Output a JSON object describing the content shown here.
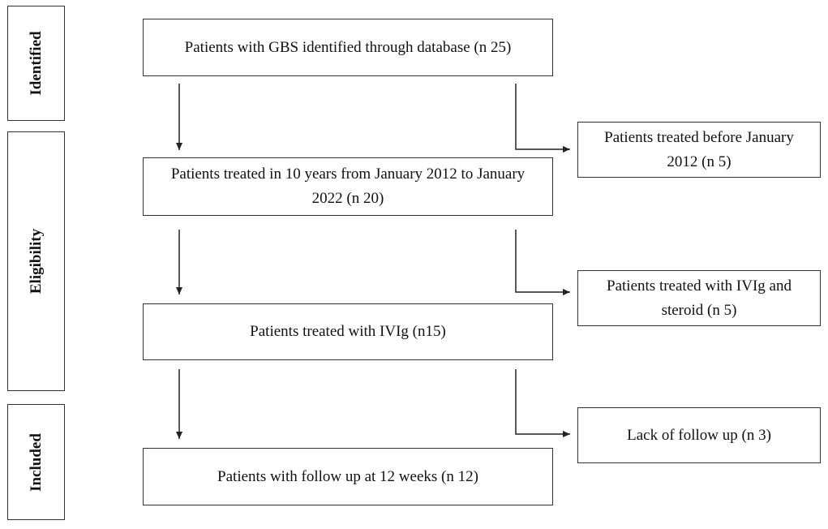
{
  "stages": [
    {
      "id": "identified",
      "label": "Identified"
    },
    {
      "id": "eligibility",
      "label": "Eligibility"
    },
    {
      "id": "included",
      "label": "Included"
    }
  ],
  "main_boxes": {
    "identified": "Patients with GBS identified through database (n 25)",
    "treated_10_years": "Patients treated in 10 years from January 2012 to January 2022 (n 20)",
    "treated_ivig": "Patients treated with IVIg (n15)",
    "follow_up_12_weeks": "Patients with follow up at 12 weeks (n 12)"
  },
  "exclusion_boxes": {
    "before_2012": "Patients treated before January 2012 (n 5)",
    "ivig_and_steroid": "Patients treated with IVIg and steroid (n 5)",
    "lack_follow_up": "Lack of follow up (n 3)"
  }
}
